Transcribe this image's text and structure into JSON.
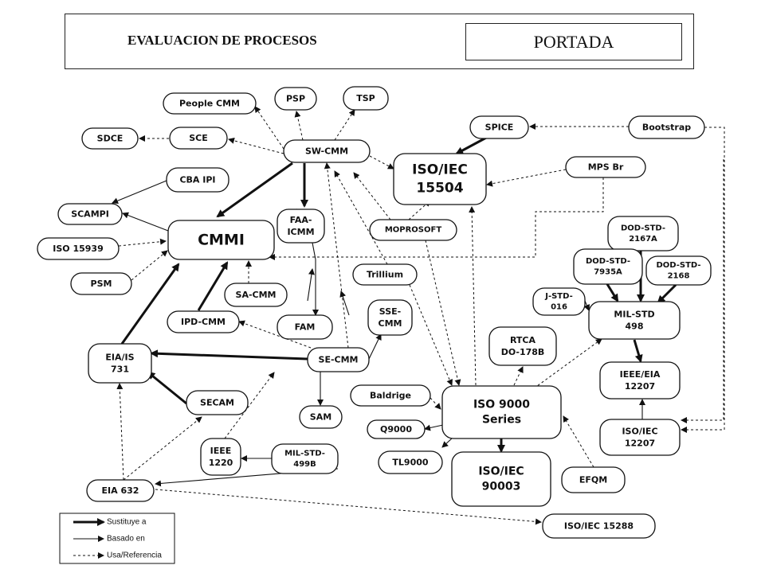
{
  "header": {
    "title": "EVALUACION DE PROCESOS",
    "badge": "PORTADA"
  },
  "nodes": [
    {
      "id": "people-cmm",
      "lines": [
        "People CMM"
      ]
    },
    {
      "id": "psp",
      "lines": [
        "PSP"
      ]
    },
    {
      "id": "tsp",
      "lines": [
        "TSP"
      ]
    },
    {
      "id": "sdce",
      "lines": [
        "SDCE"
      ]
    },
    {
      "id": "sce",
      "lines": [
        "SCE"
      ]
    },
    {
      "id": "sw-cmm",
      "lines": [
        "SW-CMM"
      ]
    },
    {
      "id": "spice",
      "lines": [
        "SPICE"
      ]
    },
    {
      "id": "bootstrap",
      "lines": [
        "Bootstrap"
      ]
    },
    {
      "id": "iso-iec-15504",
      "lines": [
        "ISO/IEC",
        "15504"
      ]
    },
    {
      "id": "mps-br",
      "lines": [
        "MPS Br"
      ]
    },
    {
      "id": "cba-ipi",
      "lines": [
        "CBA IPI"
      ]
    },
    {
      "id": "scampi",
      "lines": [
        "SCAMPI"
      ]
    },
    {
      "id": "cmmi",
      "lines": [
        "CMMI"
      ]
    },
    {
      "id": "faa-icmm",
      "lines": [
        "FAA-",
        "ICMM"
      ]
    },
    {
      "id": "moprosoft",
      "lines": [
        "MOPROSOFT"
      ]
    },
    {
      "id": "iso-15939",
      "lines": [
        "ISO 15939"
      ]
    },
    {
      "id": "psm",
      "lines": [
        "PSM"
      ]
    },
    {
      "id": "trillium",
      "lines": [
        "Trillium"
      ]
    },
    {
      "id": "dod-std-2167a",
      "lines": [
        "DOD-STD-",
        "2167A"
      ]
    },
    {
      "id": "dod-std-7935a",
      "lines": [
        "DOD-STD-",
        "7935A"
      ]
    },
    {
      "id": "dod-std-2168",
      "lines": [
        "DOD-STD-",
        "2168"
      ]
    },
    {
      "id": "sa-cmm",
      "lines": [
        "SA-CMM"
      ]
    },
    {
      "id": "j-std-016",
      "lines": [
        "J-STD-",
        "016"
      ]
    },
    {
      "id": "mil-std-498",
      "lines": [
        "MIL-STD",
        "498"
      ]
    },
    {
      "id": "ipd-cmm",
      "lines": [
        "IPD-CMM"
      ]
    },
    {
      "id": "fam",
      "lines": [
        "FAM"
      ]
    },
    {
      "id": "sse-cmm",
      "lines": [
        "SSE-",
        "CMM"
      ]
    },
    {
      "id": "rtca-do-178b",
      "lines": [
        "RTCA",
        "DO-178B"
      ]
    },
    {
      "id": "eia-is-731",
      "lines": [
        "EIA/IS",
        "731"
      ]
    },
    {
      "id": "se-cmm",
      "lines": [
        "SE-CMM"
      ]
    },
    {
      "id": "ieee-eia-12207",
      "lines": [
        "IEEE/EIA",
        "12207"
      ]
    },
    {
      "id": "baldrige",
      "lines": [
        "Baldrige"
      ]
    },
    {
      "id": "iso-9000-series",
      "lines": [
        "ISO 9000",
        "Series"
      ]
    },
    {
      "id": "secam",
      "lines": [
        "SECAM"
      ]
    },
    {
      "id": "sam",
      "lines": [
        "SAM"
      ]
    },
    {
      "id": "q9000",
      "lines": [
        "Q9000"
      ]
    },
    {
      "id": "iso-iec-12207",
      "lines": [
        "ISO/IEC",
        "12207"
      ]
    },
    {
      "id": "ieee-1220",
      "lines": [
        "IEEE",
        "1220"
      ]
    },
    {
      "id": "mil-std-499b",
      "lines": [
        "MIL-STD-",
        "499B"
      ]
    },
    {
      "id": "tl9000",
      "lines": [
        "TL9000"
      ]
    },
    {
      "id": "iso-iec-90003",
      "lines": [
        "ISO/IEC",
        "90003"
      ]
    },
    {
      "id": "efqm",
      "lines": [
        "EFQM"
      ]
    },
    {
      "id": "eia-632",
      "lines": [
        "EIA 632"
      ]
    },
    {
      "id": "iso-iec-15288",
      "lines": [
        "ISO/IEC 15288"
      ]
    }
  ],
  "legend": [
    {
      "style": "thick",
      "label": "Sustituye a"
    },
    {
      "style": "thin",
      "label": "Basado en"
    },
    {
      "style": "dashed",
      "label": "Usa/Referencia"
    }
  ]
}
